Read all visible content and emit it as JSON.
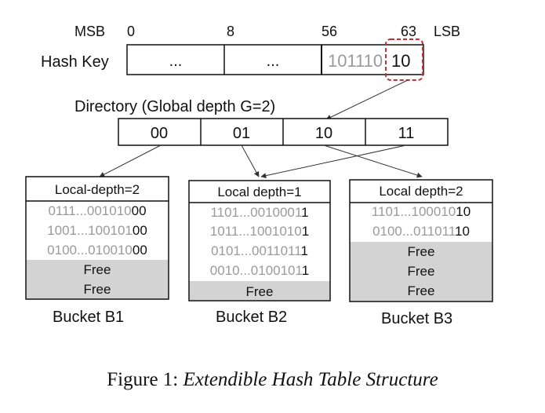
{
  "hash_key": {
    "label": "Hash Key",
    "msb_label": "MSB",
    "lsb_label": "LSB",
    "bit_positions": [
      "0",
      "8",
      "56",
      "63"
    ],
    "cells": [
      "...",
      "..."
    ],
    "tail_gray_bits": "101110",
    "tail_black_bits": "10"
  },
  "directory": {
    "title": "Directory (Global depth G=2)",
    "entries": [
      "00",
      "01",
      "10",
      "11"
    ]
  },
  "buckets": [
    {
      "header": "Local-depth=2",
      "rows": [
        {
          "gray": "0111...001010",
          "black": "00"
        },
        {
          "gray": "1001...100101",
          "black": "00"
        },
        {
          "gray": "0100...010010",
          "black": "00"
        }
      ],
      "free_rows": [
        "Free",
        "Free"
      ],
      "name": "Bucket B1"
    },
    {
      "header": "Local depth=1",
      "rows": [
        {
          "gray": "1101...0010001",
          "black": "1"
        },
        {
          "gray": "1011...1001010",
          "black": "1"
        },
        {
          "gray": "0101...0011011",
          "black": "1"
        },
        {
          "gray": "0010...0100101",
          "black": "1"
        }
      ],
      "free_rows": [
        "Free"
      ],
      "name": "Bucket B2"
    },
    {
      "header": "Local depth=2",
      "rows": [
        {
          "gray": "1101...100010",
          "black": "10"
        },
        {
          "gray": "0100...011011",
          "black": "10"
        }
      ],
      "free_rows": [
        "Free",
        "Free",
        "Free"
      ],
      "name": "Bucket B3"
    }
  ],
  "caption": {
    "prefix": "Figure 1: ",
    "title": "Extendible Hash Table Structure"
  },
  "colors": {
    "highlight": "#c0323a",
    "free_fill": "#d3d3d3",
    "gray_text": "#9a9a9a"
  }
}
